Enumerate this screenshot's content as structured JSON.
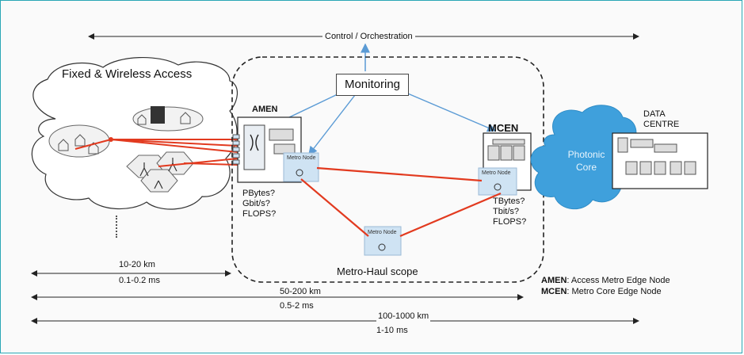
{
  "control": "Control / Orchestration",
  "access_title": "Fixed & Wireless Access",
  "monitoring": "Monitoring",
  "amen": {
    "title": "AMEN",
    "metrics": [
      "PBytes?",
      "Gbit/s?",
      "FLOPS?"
    ],
    "node": "Metro Node"
  },
  "mcen": {
    "title": "MCEN",
    "metrics": [
      "TBytes?",
      "Tbit/s?",
      "FLOPS?"
    ],
    "node": "Metro Node"
  },
  "center_node": "Metro Node",
  "photonic_core": [
    "Photonic",
    "Core"
  ],
  "data_centre": [
    "DATA",
    "CENTRE"
  ],
  "scope": "Metro-Haul scope",
  "distances": [
    {
      "km": "10-20 km",
      "ms": "0.1-0.2 ms"
    },
    {
      "km": "50-200 km",
      "ms": "0.5-2 ms"
    },
    {
      "km": "100-1000 km",
      "ms": "1-10 ms"
    }
  ],
  "legend": [
    {
      "abbr": "AMEN",
      "text": ": Access Metro Edge Node"
    },
    {
      "abbr": "MCEN",
      "text": ": Metro Core Edge Node"
    }
  ],
  "colors": {
    "frame": "#2aa7b5",
    "link_red": "#e23a1f",
    "arrow_blue": "#5b9bd5",
    "cloud_blue": "#3fa0dc",
    "node_fill": "#cfe3f3"
  }
}
